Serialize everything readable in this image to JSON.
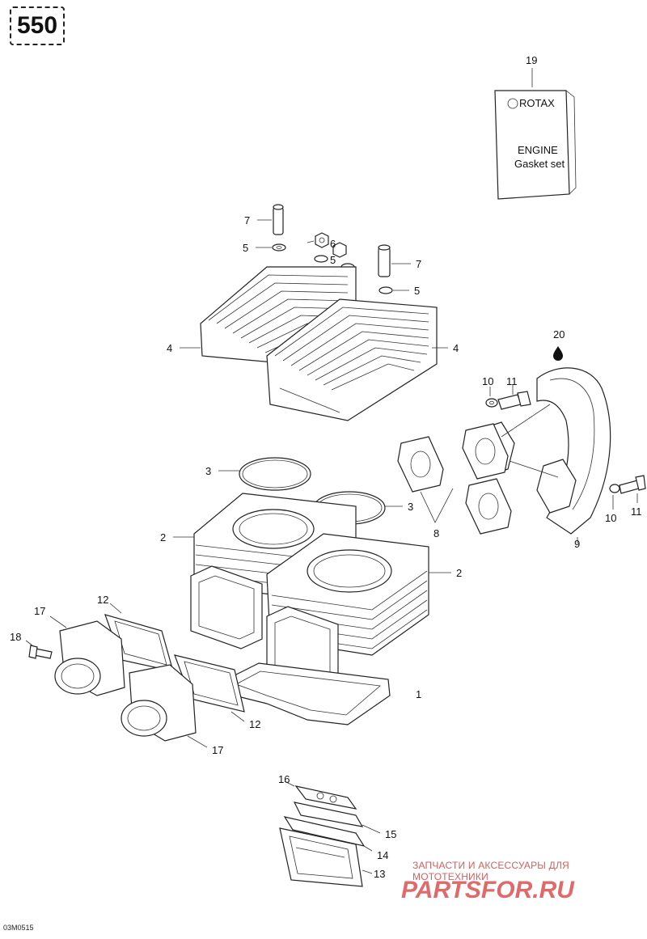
{
  "diagram_code": "550",
  "reference_code": "03M0515",
  "kit": {
    "brand": "ROTAX",
    "line1": "ENGINE",
    "line2": "Gasket set"
  },
  "watermark": {
    "text": "ЗАПЧАСТИ И АКСЕССУАРЫ ДЛЯ МОТОТЕХНИКИ",
    "brand": "PARTSFOR.RU"
  },
  "part_numbers": {
    "p1": "1",
    "p2a": "2",
    "p2b": "2",
    "p3a": "3",
    "p3b": "3",
    "p4a": "4",
    "p4b": "4",
    "p5a": "5",
    "p5b": "5",
    "p5c": "5",
    "p6": "6",
    "p7a": "7",
    "p7b": "7",
    "p8": "8",
    "p9": "9",
    "p10a": "10",
    "p10b": "10",
    "p11a": "11",
    "p11b": "11",
    "p12a": "12",
    "p12b": "12",
    "p13": "13",
    "p14": "14",
    "p15": "15",
    "p16": "16",
    "p17a": "17",
    "p17b": "17",
    "p18": "18",
    "p19": "19",
    "p20": "20"
  },
  "colors": {
    "line": "#222222",
    "watermark": "#d06060"
  }
}
